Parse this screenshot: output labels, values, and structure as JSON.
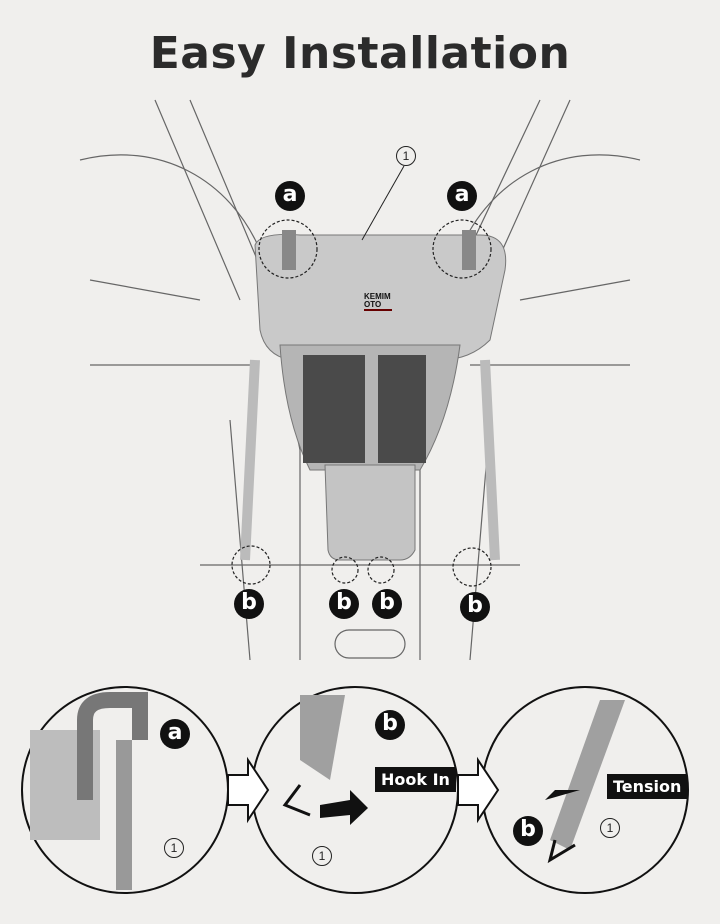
{
  "title": "Easy Installation",
  "brand_logo": "KEMIMOTO",
  "labels": {
    "part_number": "1",
    "anchor_a": "a",
    "anchor_b": "b"
  },
  "steps": [
    {
      "badge": "a",
      "part": "1"
    },
    {
      "badge": "b",
      "action": "Hook In",
      "part": "1"
    },
    {
      "badge": "b",
      "action": "Tension",
      "part": "1"
    }
  ],
  "colors": {
    "background": "#f0efed",
    "badge": "#111111",
    "product_gray": "#a8a8a8",
    "mesh": "#555555"
  }
}
